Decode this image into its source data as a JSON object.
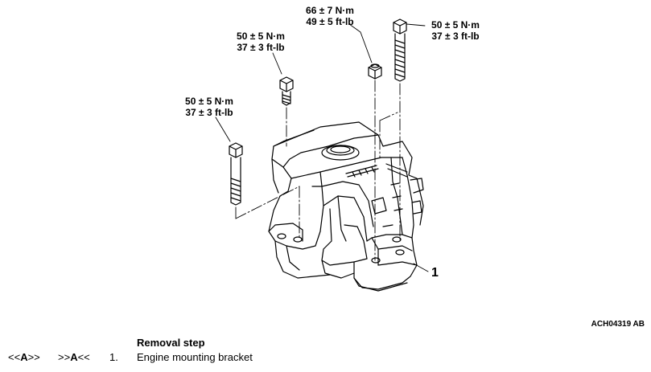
{
  "torque_labels": [
    {
      "nm": "66 ± 7 N·m",
      "ftlb": "49 ± 5 ft-lb"
    },
    {
      "nm": "50 ± 5 N·m",
      "ftlb": "37 ± 3 ft-lb"
    },
    {
      "nm": "50 ± 5 N·m",
      "ftlb": "37 ± 3 ft-lb"
    },
    {
      "nm": "50 ± 5 N·m",
      "ftlb": "37 ± 3 ft-lb"
    }
  ],
  "part_callout": "1",
  "figure_id": "ACH04319 AB",
  "removal": {
    "heading": "Removal step",
    "steps": [
      {
        "removal_mark_open": "<<",
        "removal_mark_letter": "A",
        "removal_mark_close": ">>",
        "install_mark_open": ">>",
        "install_mark_letter": "A",
        "install_mark_close": "<<",
        "number": "1.",
        "name": "Engine mounting bracket"
      }
    ]
  }
}
